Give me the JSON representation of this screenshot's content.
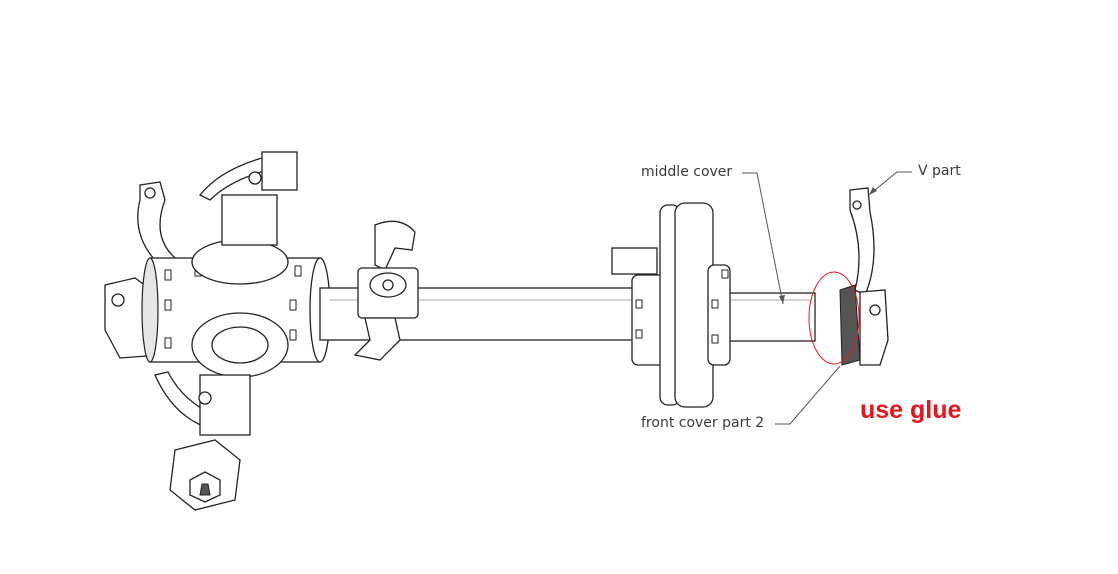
{
  "labels": {
    "middle_cover": "middle cover",
    "v_part": "V part",
    "front_cover_part_2": "front cover part 2"
  },
  "annotation": {
    "text": "use glue",
    "color": "#e8141c"
  }
}
